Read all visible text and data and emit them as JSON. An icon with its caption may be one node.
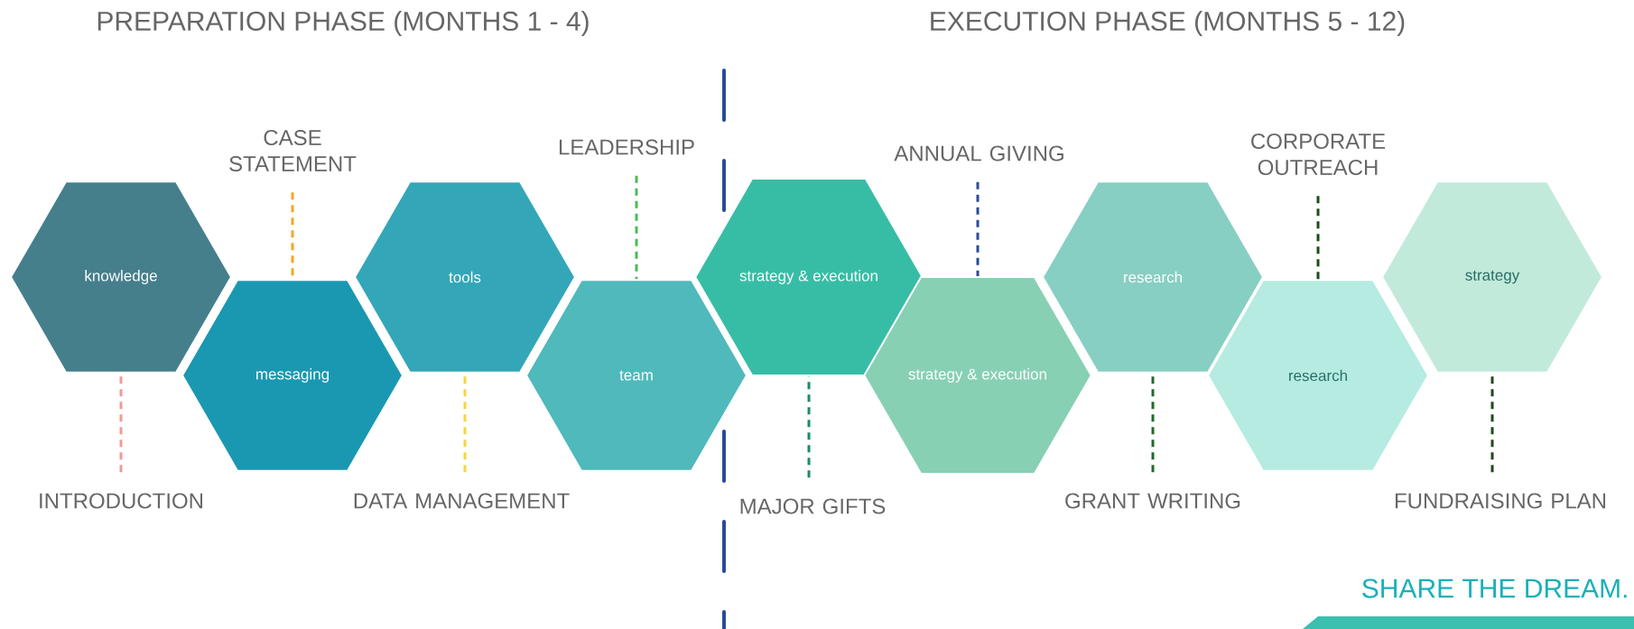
{
  "diagram": {
    "nodes": [
      {
        "text": [
          "knowledge"
        ]
      },
      {
        "text": [
          "messaging"
        ]
      },
      {
        "text": [
          "tools"
        ]
      },
      {
        "text": [
          "team"
        ]
      },
      {
        "text": [
          "strategy & execution"
        ]
      },
      {
        "text": [
          "strategy & execution"
        ]
      },
      {
        "text": [
          "research"
        ]
      },
      {
        "text": [
          "research"
        ]
      },
      {
        "text": [
          "strategy"
        ]
      },
      {
        "text": [
          "CASE STATEMENT"
        ]
      },
      {
        "text": [
          "INTRODUCTION"
        ]
      },
      {
        "text": [
          "LEADERSHIP"
        ]
      },
      {
        "text": [
          "DATA MANAGEMENT"
        ]
      },
      {
        "text": [
          "ANNUAL GIVING"
        ]
      },
      {
        "text": [
          "MAJOR GIFTS"
        ]
      },
      {
        "text": [
          "CORPORATE OUTREACH"
        ]
      },
      {
        "text": [
          "GRANT WRITING"
        ]
      },
      {
        "text": [
          "FUNDRAISING PLAN"
        ]
      }
    ],
    "edges": [
      {
        "from": 9,
        "to": 1,
        "arrow": "none",
        "style": "dashed",
        "color": "#f5a623"
      },
      {
        "from": 10,
        "to": 0,
        "arrow": "none",
        "style": "dashed",
        "color": "#f09a96"
      },
      {
        "from": 11,
        "to": 3,
        "arrow": "none",
        "style": "dashed",
        "color": "#4cba5b"
      },
      {
        "from": 12,
        "to": 2,
        "arrow": "none",
        "style": "dashed",
        "color": "#f5d63d"
      },
      {
        "from": 13,
        "to": 5,
        "arrow": "none",
        "style": "dashed",
        "color": "#2a4b9b"
      },
      {
        "from": 14,
        "to": 4,
        "arrow": "none",
        "style": "dashed",
        "color": "#1a8a6a"
      },
      {
        "from": 15,
        "to": 7,
        "arrow": "none",
        "style": "dashed",
        "color": "#1b4d1b"
      },
      {
        "from": 16,
        "to": 6,
        "arrow": "none",
        "style": "dashed",
        "color": "#1f6b2a"
      },
      {
        "from": 17,
        "to": 8,
        "arrow": "none",
        "style": "dashed",
        "color": "#1e4a1e"
      }
    ],
    "labels": [
      "PREPARATION PHASE (MONTHS 1 - 4)",
      "EXECUTION PHASE (MONTHS 5 - 12)",
      "SHARE THE DREAM."
    ]
  }
}
